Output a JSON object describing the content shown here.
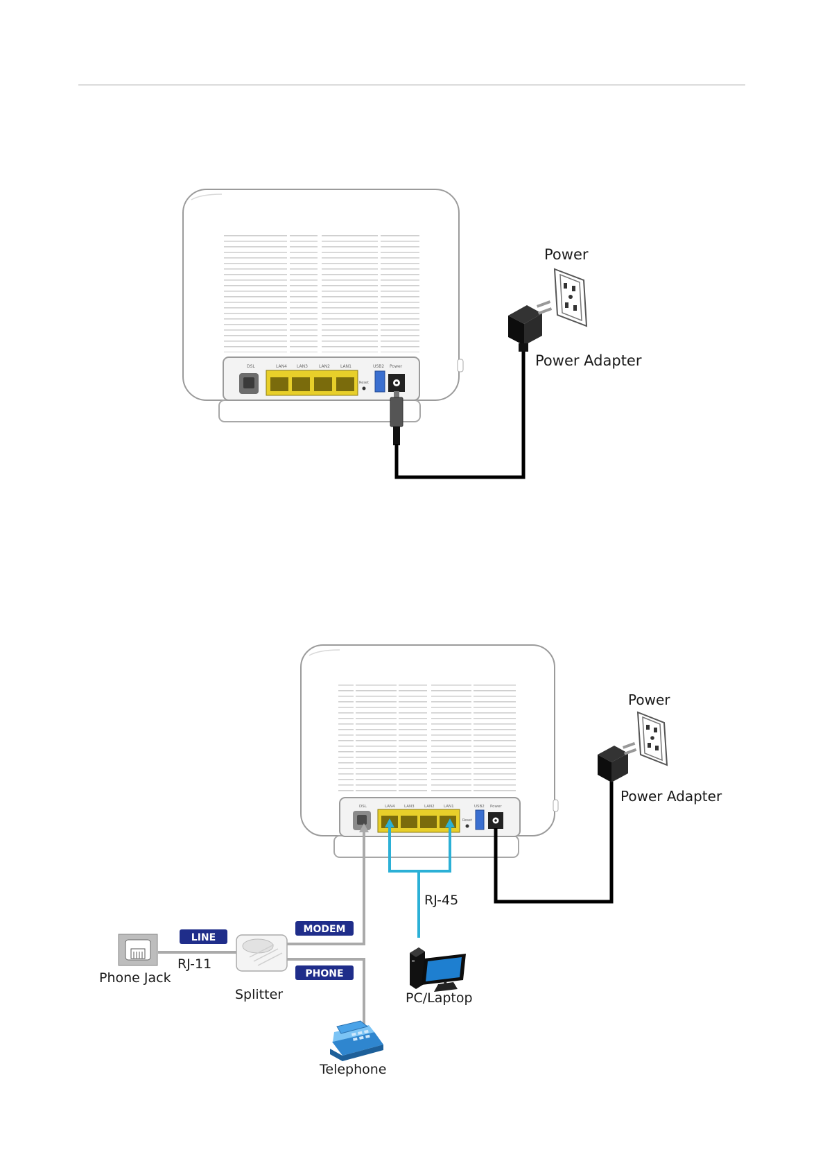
{
  "diagram1": {
    "power_label": "Power",
    "adapter_label": "Power Adapter"
  },
  "diagram2": {
    "power_label": "Power",
    "adapter_label": "Power Adapter",
    "rj45_label": "RJ-45",
    "rj11_label": "RJ-11",
    "line_tag": "LINE",
    "modem_tag": "MODEM",
    "phone_tag": "PHONE",
    "phone_jack_label": "Phone Jack",
    "splitter_label": "Splitter",
    "pc_label": "PC/Laptop",
    "telephone_label": "Telephone"
  },
  "router_ports": {
    "dsl": "DSL",
    "lan4": "LAN4",
    "lan3": "LAN3",
    "lan2": "LAN2",
    "lan1": "LAN1",
    "usb": "USB2",
    "power": "Power",
    "reset": "Reset"
  },
  "colors": {
    "lan_ports": "#e8cf2a",
    "ethernet_cable": "#2bb0d6",
    "phone_cable": "#aaaaaa",
    "tag_bg": "#1f2d8a",
    "usb": "#3a6fd0",
    "telephone": "#4aa3e8"
  }
}
